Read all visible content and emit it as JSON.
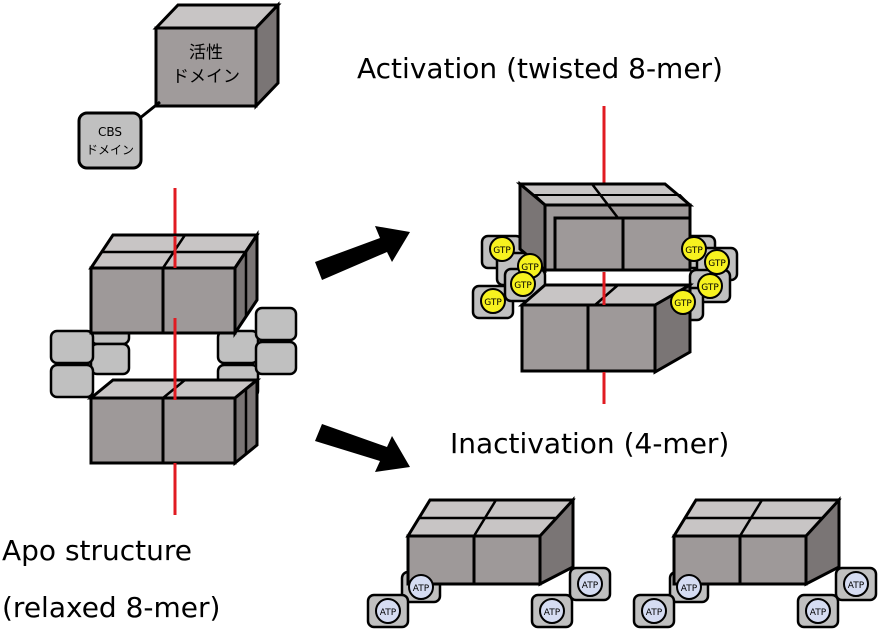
{
  "legend": {
    "catalytic_domain": "活性\nドメイン",
    "cbs_domain": "CBS\nドメイン"
  },
  "labels": {
    "apo_line1": "Apo structure",
    "apo_line2": "(relaxed 8-mer)",
    "activation": "Activation (twisted 8-mer)",
    "inactivation": "Inactivation (4-mer)"
  },
  "ligands": {
    "gtp": "GTP",
    "atp": "ATP"
  },
  "colors": {
    "cube_front": "#9e9999",
    "cube_top": "#c8c5c5",
    "cube_side": "#7a7575",
    "small_block": "#c0c0c0",
    "axis": "#e11b22",
    "gtp": "#f7f21f",
    "atp": "#d5dcf2",
    "arrow": "#000000"
  }
}
